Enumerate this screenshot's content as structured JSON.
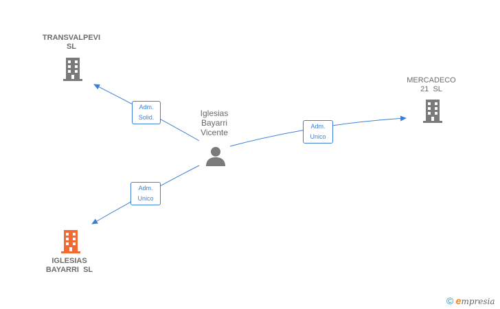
{
  "colors": {
    "edge": "#3d7fd6",
    "company_neutral": "#7a7a7a",
    "company_highlight": "#f26b35",
    "person": "#7a7a7a"
  },
  "nodes": {
    "transvalpevi": {
      "name_line1": "TRANSVALPEVI",
      "name_line2": "SL",
      "icon": "building-icon"
    },
    "mercadeco": {
      "name_line1": "MERCADECO",
      "name_line2": "21  SL",
      "icon": "building-icon"
    },
    "iglesias_sl": {
      "name_line1": "IGLESIAS",
      "name_line2": "BAYARRI  SL",
      "icon": "building-icon"
    },
    "person": {
      "name_line1": "Iglesias",
      "name_line2": "Bayarri",
      "name_line3": "Vicente",
      "icon": "person-icon"
    }
  },
  "relations": {
    "to_transvalpevi": {
      "line1": "Adm.",
      "line2": "Solid."
    },
    "to_mercadeco": {
      "line1": "Adm.",
      "line2": "Unico"
    },
    "to_iglesias_sl": {
      "line1": "Adm.",
      "line2": "Unico"
    }
  },
  "footer": {
    "copyright_symbol": "©",
    "brand_initial": "e",
    "brand_rest": "mpresia"
  }
}
